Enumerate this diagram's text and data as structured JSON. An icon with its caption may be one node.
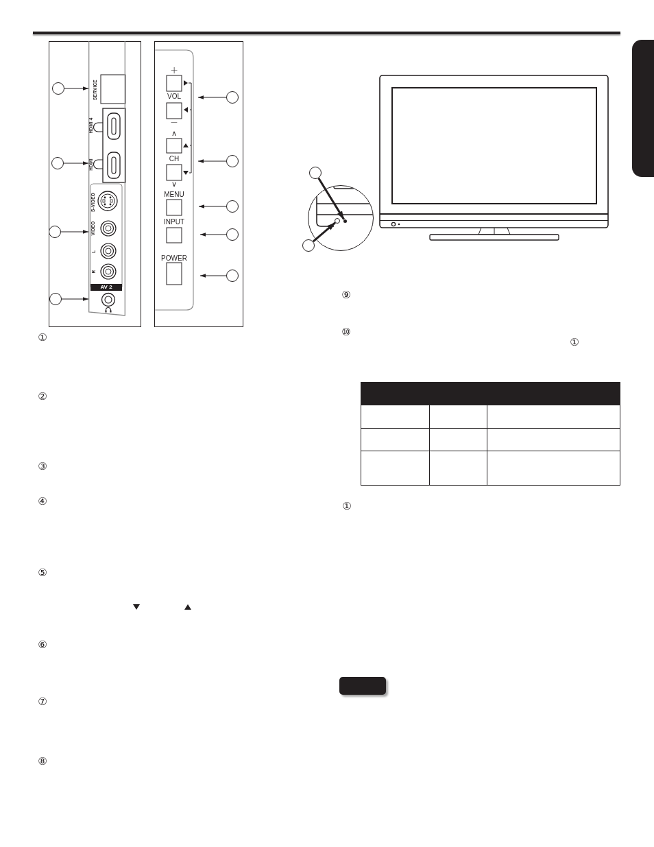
{
  "diagram": {
    "nodes": [
      {
        "text": [],
        "shape": "circle"
      },
      {
        "text": [],
        "shape": "circle"
      },
      {
        "text": [],
        "shape": "circle"
      },
      {
        "text": [],
        "shape": "circle"
      },
      {
        "text": [],
        "shape": "circle"
      },
      {
        "text": [],
        "shape": "circle"
      },
      {
        "text": [],
        "shape": "circle"
      },
      {
        "text": [],
        "shape": "circle"
      },
      {
        "text": [],
        "shape": "circle"
      },
      {
        "text": [],
        "shape": "circle"
      },
      {
        "text": [],
        "shape": "circle"
      },
      {
        "text": [],
        "shape": "box"
      },
      {
        "text": [],
        "shape": "circle"
      },
      {
        "text": [],
        "shape": "dot"
      },
      {
        "text": [],
        "shape": "box"
      },
      {
        "text": [],
        "shape": "box"
      }
    ],
    "edges": [
      {
        "from": 0,
        "to": 11,
        "arrow": "to"
      },
      {
        "from": 1,
        "to": 11,
        "arrow": "to"
      },
      {
        "from": 2,
        "to": 11,
        "arrow": "to"
      },
      {
        "from": 3,
        "to": 11,
        "arrow": "to"
      },
      {
        "from": 4,
        "to": null,
        "arrow": "to"
      },
      {
        "from": 5,
        "to": null,
        "arrow": "to"
      },
      {
        "from": 6,
        "to": null,
        "arrow": "to"
      },
      {
        "from": 7,
        "to": null,
        "arrow": "to"
      },
      {
        "from": 8,
        "to": null,
        "arrow": "to"
      },
      {
        "from": 9,
        "to": 13,
        "arrow": "to",
        "style": "thick"
      },
      {
        "from": 10,
        "to": 12,
        "arrow": "to",
        "style": "thick"
      }
    ],
    "labels": [
      "SERVICE",
      "HDMI 4",
      "HDMI",
      "S-VIDEO",
      "VIDEO",
      "L",
      "R",
      "AV 2",
      "+",
      "VOL",
      "−",
      "∧",
      "CH",
      "∨",
      "MENU",
      "INPUT",
      "POWER",
      "①",
      "②",
      "③",
      "④",
      "⑤",
      "⑥",
      "⑦",
      "⑧",
      "⑨",
      "⑩",
      "①",
      "①"
    ]
  }
}
